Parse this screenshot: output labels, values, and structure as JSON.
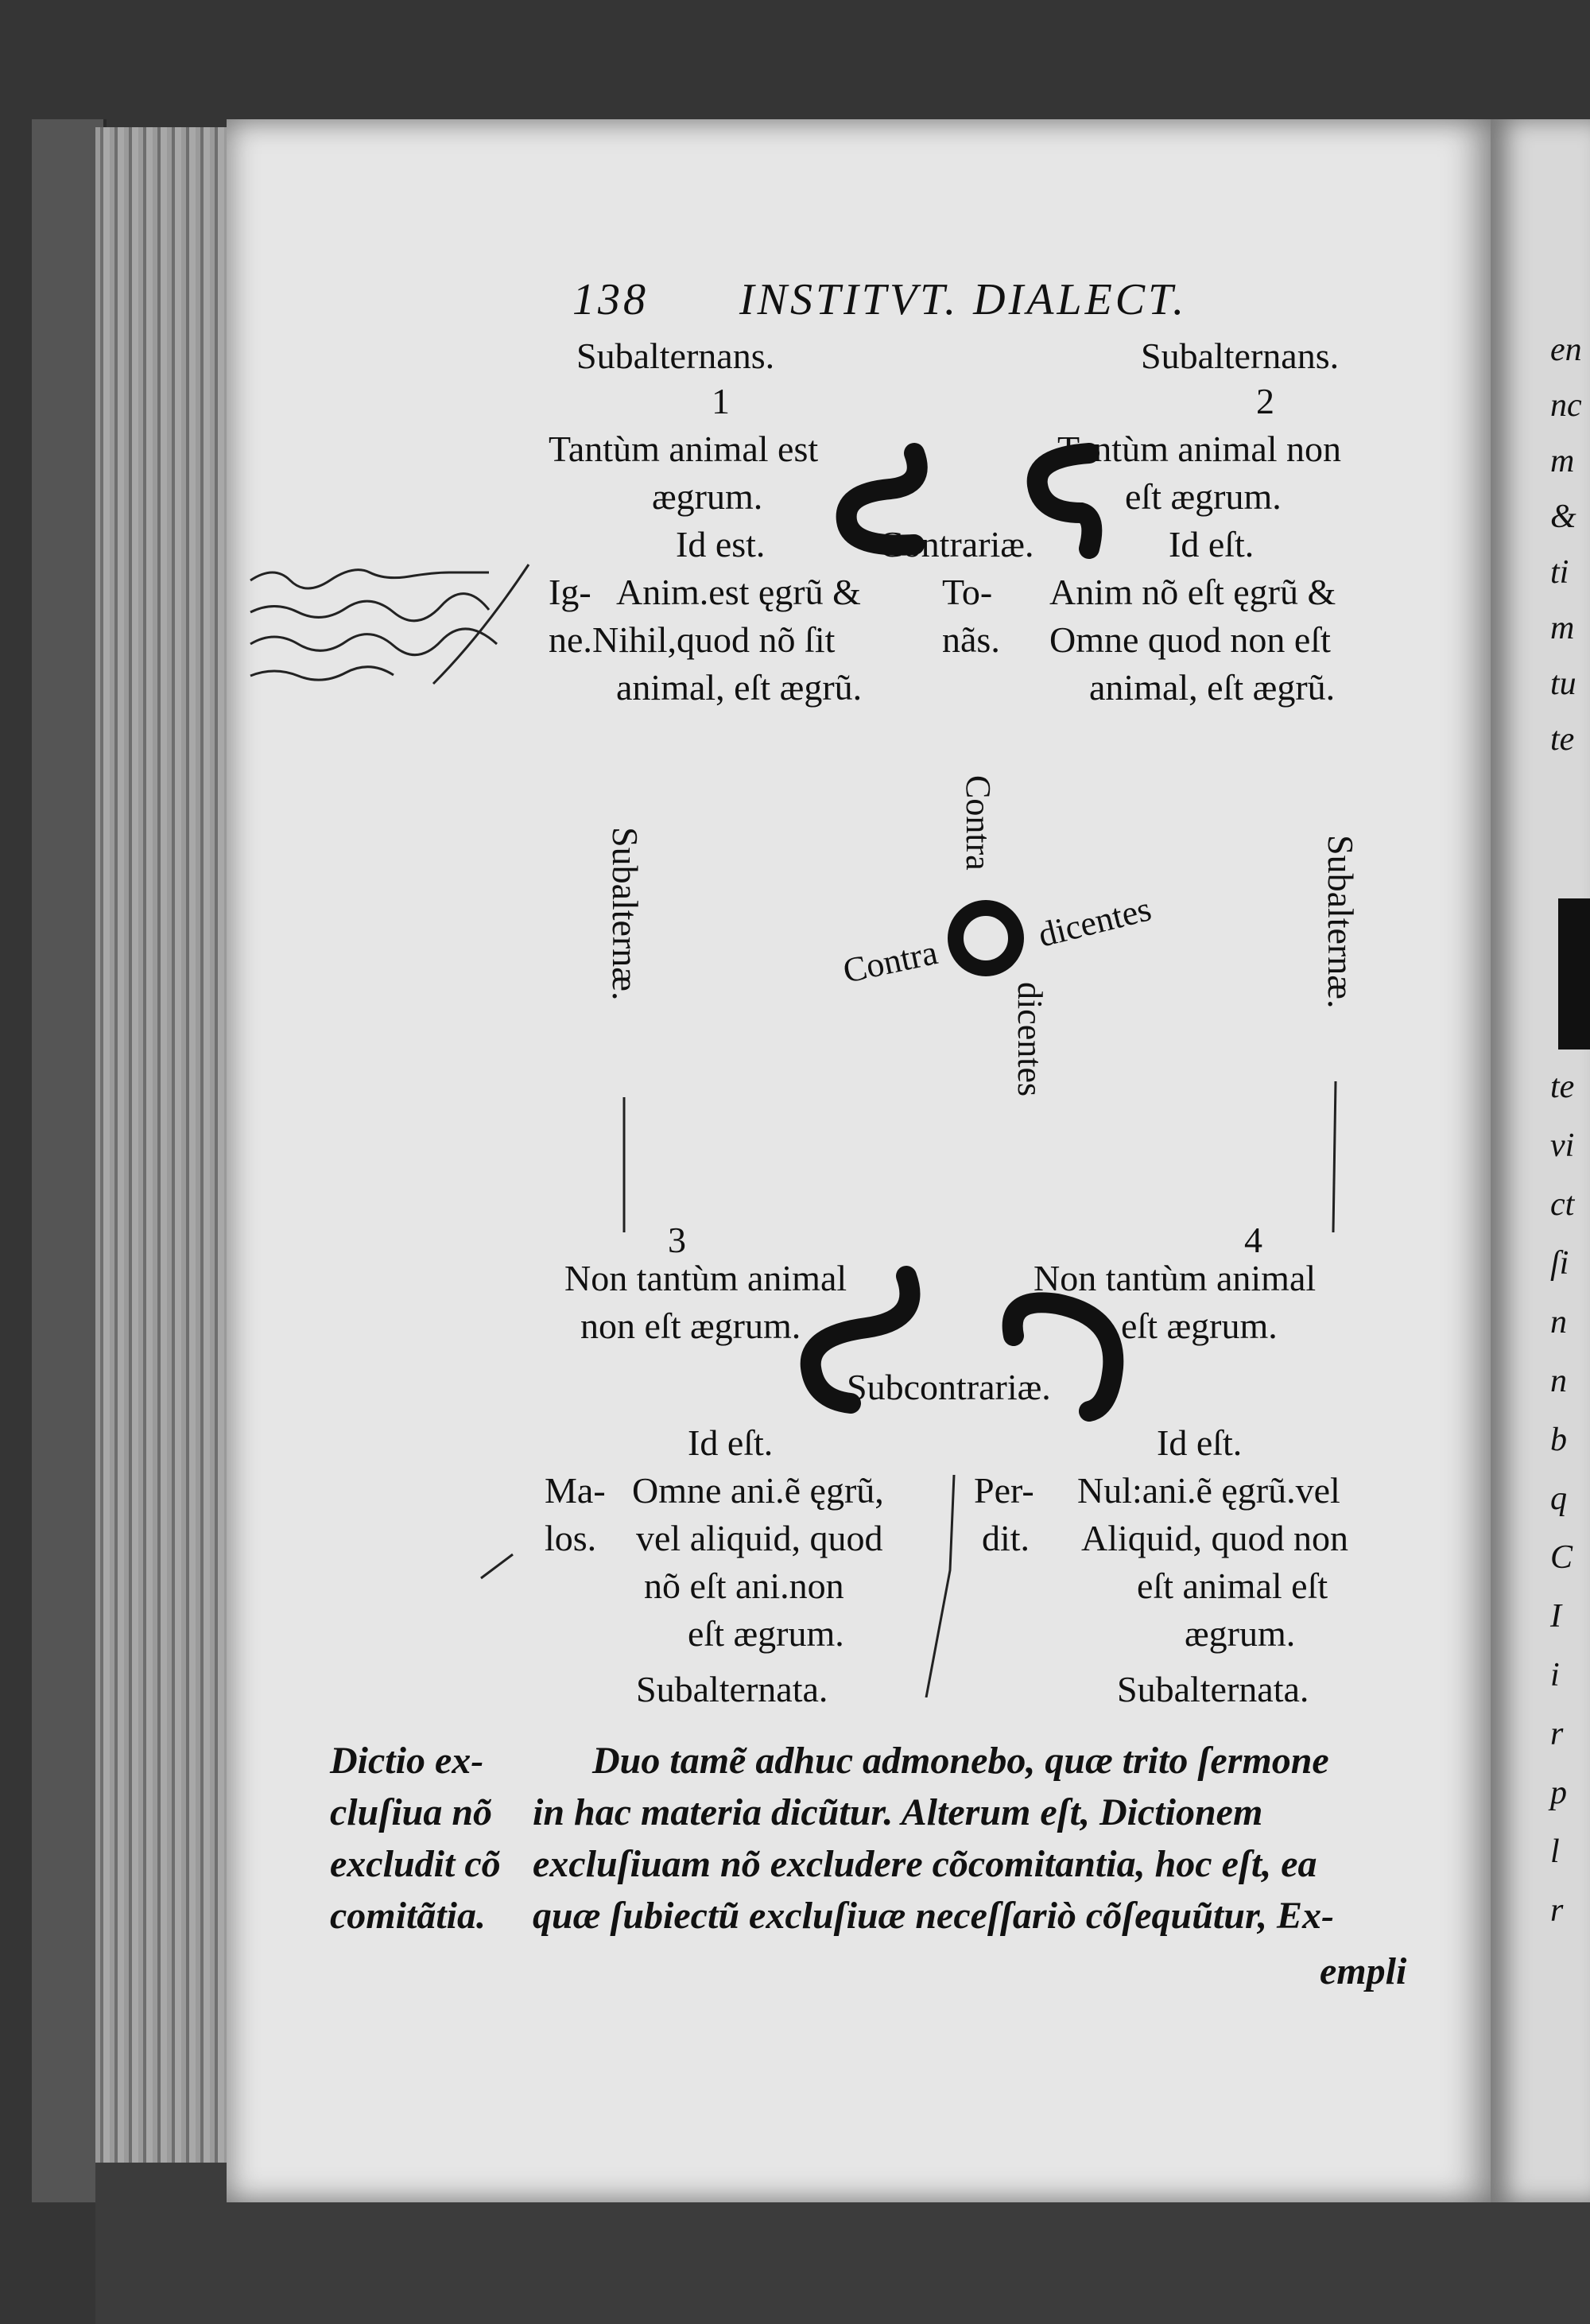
{
  "header": {
    "page_number": "138",
    "running_title": "INSTITVT. DIALECT."
  },
  "top_left": {
    "role": "Subalternans.",
    "number": "1",
    "line1": "Tantùm animal est",
    "line2": "ægrum.",
    "id_est": "Id est.",
    "side_label_a": "Ig-",
    "side_label_b": "ne.",
    "equiv1": "Anim.est ęgrũ &",
    "equiv2": "Nihil,quod nõ ſit",
    "equiv3": "animal, eſt ægrũ."
  },
  "top_right": {
    "role": "Subalternans.",
    "number": "2",
    "line1": "Tantùm animal non",
    "line2": "eſt ægrum.",
    "id_est": "Id eſt.",
    "side_label_a": "To-",
    "side_label_b": "nãs.",
    "equiv1": "Anim nõ eſt ęgrũ &",
    "equiv2": "Omne quod non eſt",
    "equiv3": "animal, eſt ægrũ."
  },
  "contrariae_label": "Contrariæ.",
  "center": {
    "contra_left": "Contra",
    "dicentes_right": "dicentes",
    "contra_top": "Contra",
    "dicentes_bottom": "dicentes"
  },
  "side_left": "Subalternæ.",
  "side_right": "Subalternæ.",
  "bottom_left": {
    "number": "3",
    "line1": "Non tantùm animal",
    "line2": "non eſt ægrum.",
    "id_est": "Id eſt.",
    "side_label_a": "Ma-",
    "side_label_b": "los.",
    "equiv1": "Omne ani.ẽ ęgrũ,",
    "equiv2": "vel aliquid, quod",
    "equiv3": "nõ eſt ani.non",
    "equiv4": "eſt ægrum.",
    "role": "Subalternata."
  },
  "bottom_right": {
    "number": "4",
    "line1": "Non tantùm animal",
    "line2": "eſt ægrum.",
    "id_est": "Id eſt.",
    "side_label_a": "Per-",
    "side_label_b": "dit.",
    "equiv1": "Nul:ani.ẽ ęgrũ.vel",
    "equiv2": "Aliquid, quod non",
    "equiv3": "eſt animal eſt",
    "equiv4": "ægrum.",
    "role": "Subalternata."
  },
  "subcontrariae_label": "Subcontrariæ.",
  "margin_note": {
    "line1": "Dictio ex-",
    "line2": "cluſiua nõ",
    "line3": "excludit cõ",
    "line4": "comitãtia."
  },
  "paragraph": {
    "line1": "Duo tamẽ adhuc admonebo, quæ trito ſermone",
    "line2": "in hac materia dicũtur. Alterum eſt, Dictionem",
    "line3": "excluſiuam nõ excludere cõcomitantia, hoc eſt, ea",
    "line4": "quæ ſubiectũ excluſiuæ neceſſariò cõſequũtur, Ex-",
    "catchword": "empli"
  },
  "right_page_fragments": [
    "en",
    "nc",
    "m",
    "&",
    "ti",
    "m",
    "tu",
    "te",
    "te",
    "vi",
    "ct",
    "ſi",
    "n",
    "n",
    "b",
    "q",
    "C",
    "I",
    "i",
    "r",
    "p",
    "l",
    "r"
  ]
}
